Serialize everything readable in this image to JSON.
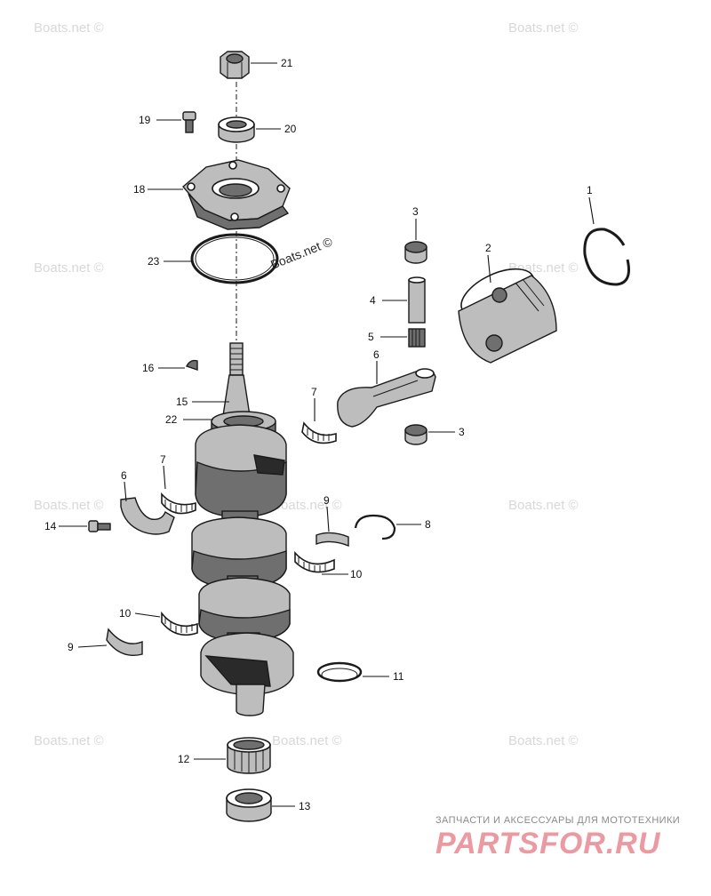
{
  "watermarks": {
    "text": "Boats.net ©",
    "diagram_text": "Boats.net ©"
  },
  "labels": {
    "p1": "1",
    "p2": "2",
    "p3a": "3",
    "p3b": "3",
    "p4": "4",
    "p5": "5",
    "p6a": "6",
    "p6b": "6",
    "p7a": "7",
    "p7b": "7",
    "p8": "8",
    "p9a": "9",
    "p9b": "9",
    "p10a": "10",
    "p10b": "10",
    "p11": "11",
    "p12": "12",
    "p13": "13",
    "p14": "14",
    "p15": "15",
    "p16": "16",
    "p18": "18",
    "p19": "19",
    "p20": "20",
    "p21": "21",
    "p22": "22",
    "p23": "23"
  },
  "brand": {
    "caption": "ЗАПЧАСТИ И АКСЕССУАРЫ ДЛЯ МОТОТЕХНИКИ",
    "logo": "PARTSFOR.RU"
  },
  "colors": {
    "ink": "#1a1a1a",
    "watermark": "#d8d8d8",
    "brand_pink": "#ea9aa0"
  }
}
